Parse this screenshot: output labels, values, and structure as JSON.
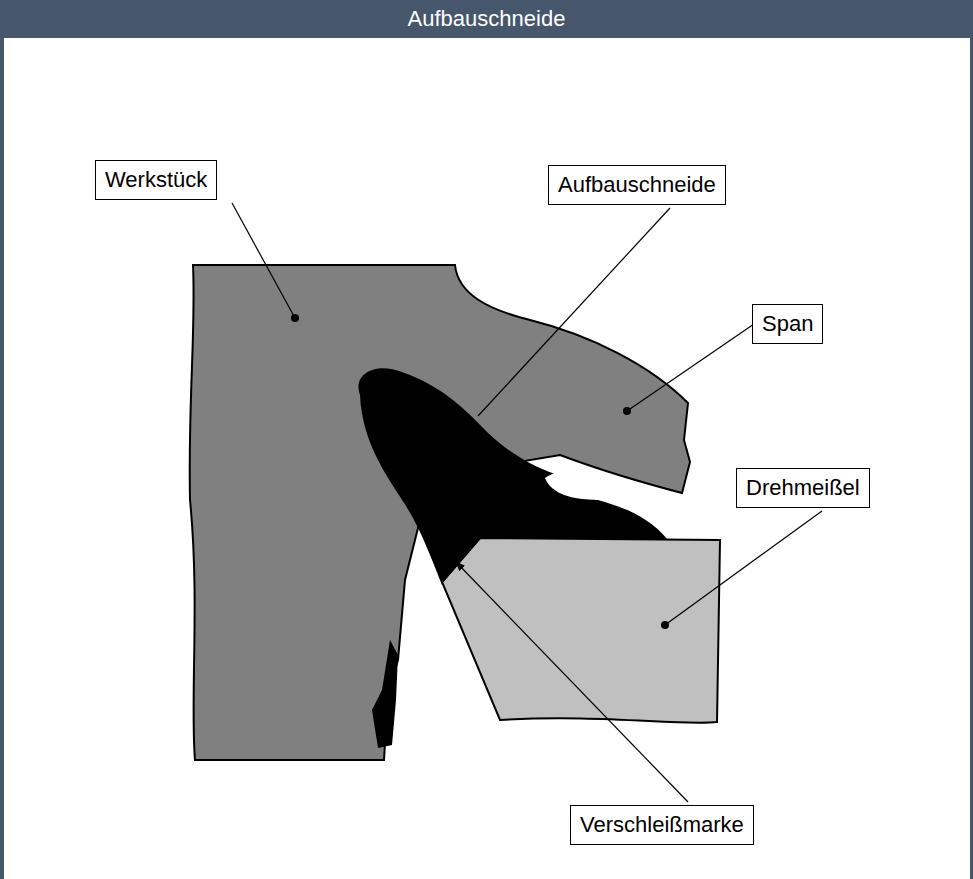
{
  "diagram": {
    "title": "Aufbauschneide",
    "nodes": [
      {
        "text": [
          "Werkstück"
        ]
      },
      {
        "text": [
          "Aufbauschneide"
        ]
      },
      {
        "text": [
          "Span"
        ]
      },
      {
        "text": [
          "Drehmeißel"
        ]
      },
      {
        "text": [
          "Verschleißmarke"
        ]
      }
    ]
  }
}
